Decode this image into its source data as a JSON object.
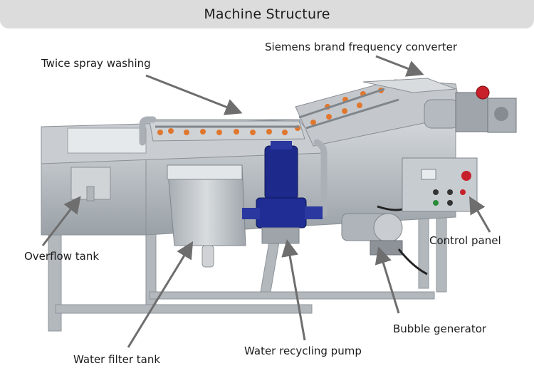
{
  "title": "Machine Structure",
  "labels": {
    "twice_spray": "Twice spray washing",
    "siemens": "Siemens brand frequency converter",
    "overflow": "Overflow tank",
    "control": "Control panel",
    "bubble": "Bubble generator",
    "filter": "Water filter tank",
    "pump": "Water recycling pump"
  },
  "colors": {
    "title_bg": "#dcdcdc",
    "steel": "#b9bec3",
    "pump": "#1d2a8c",
    "spray_orange": "#e0772e",
    "arrow": "#6e6e6e"
  }
}
